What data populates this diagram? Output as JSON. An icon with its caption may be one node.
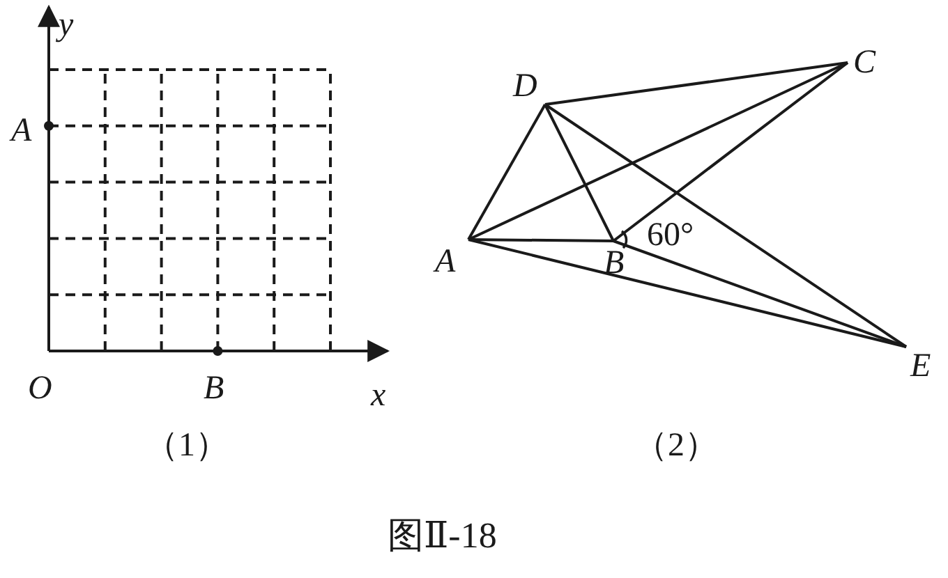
{
  "diagram": {
    "caption": "图Ⅱ-18",
    "nodes": [
      {
        "text": [
          "A"
        ]
      },
      {
        "text": [
          "B"
        ]
      },
      {
        "text": [
          "C"
        ]
      },
      {
        "text": [
          "D"
        ]
      },
      {
        "text": [
          "E"
        ]
      }
    ],
    "edges": [
      {
        "from": 3,
        "to": 2,
        "arrow": "none"
      },
      {
        "from": 3,
        "to": 0,
        "arrow": "none"
      },
      {
        "from": 3,
        "to": 1,
        "arrow": "none"
      },
      {
        "from": 3,
        "to": 4,
        "arrow": "none"
      },
      {
        "from": 0,
        "to": 2,
        "arrow": "none"
      },
      {
        "from": 0,
        "to": 1,
        "arrow": "none"
      },
      {
        "from": 1,
        "to": 2,
        "arrow": "none"
      },
      {
        "from": 0,
        "to": 4,
        "arrow": "none"
      },
      {
        "from": 1,
        "to": 4,
        "arrow": "none"
      }
    ],
    "labels": [
      "y",
      "A",
      "O",
      "B",
      "x",
      "（1）",
      "60°",
      "（2）"
    ]
  }
}
